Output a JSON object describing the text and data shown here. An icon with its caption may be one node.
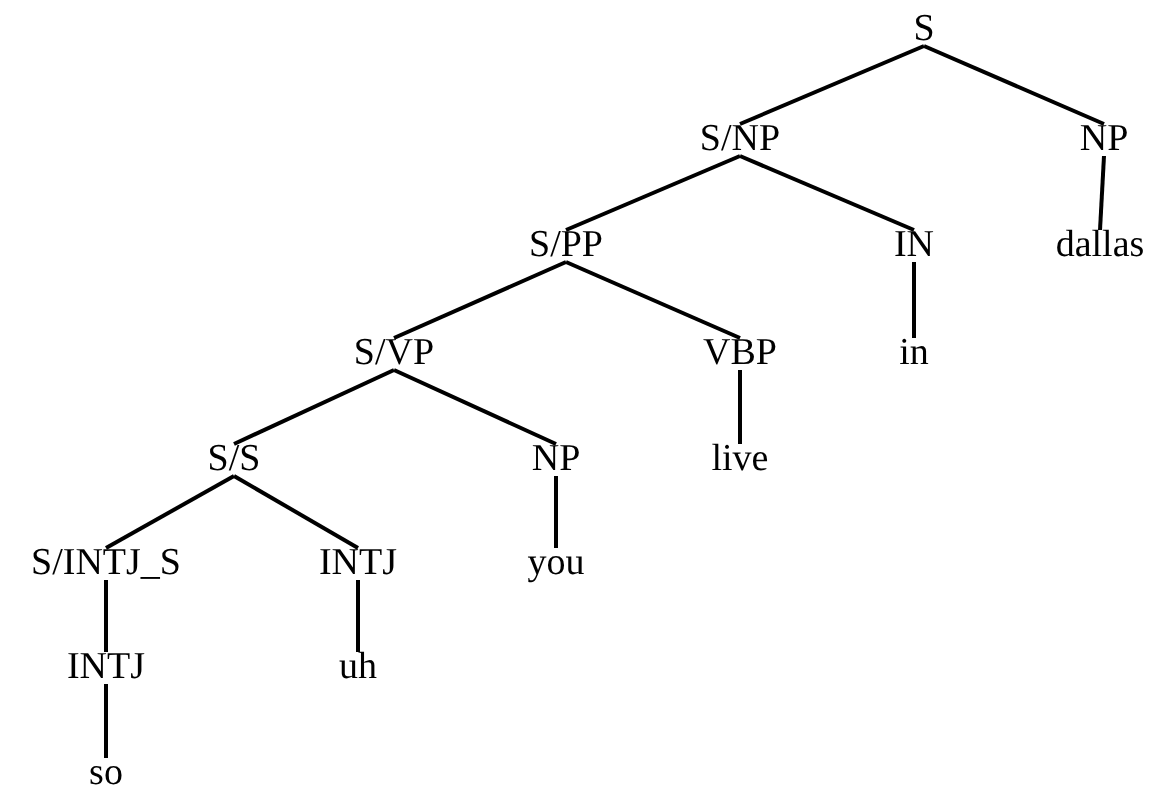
{
  "diagram": {
    "nodes": [
      {
        "text": [
          "S"
        ]
      },
      {
        "text": [
          "S/NP"
        ]
      },
      {
        "text": [
          "NP"
        ]
      },
      {
        "text": [
          "S/PP"
        ]
      },
      {
        "text": [
          "IN"
        ]
      },
      {
        "text": [
          "dallas"
        ]
      },
      {
        "text": [
          "S/VP"
        ]
      },
      {
        "text": [
          "VBP"
        ]
      },
      {
        "text": [
          "in"
        ]
      },
      {
        "text": [
          "S/S"
        ]
      },
      {
        "text": [
          "NP"
        ]
      },
      {
        "text": [
          "live"
        ]
      },
      {
        "text": [
          "S/INTJ_S"
        ]
      },
      {
        "text": [
          "INTJ"
        ]
      },
      {
        "text": [
          "you"
        ]
      },
      {
        "text": [
          "INTJ"
        ]
      },
      {
        "text": [
          "uh"
        ]
      },
      {
        "text": [
          "so"
        ]
      }
    ],
    "edges": [
      {
        "from": 0,
        "to": 1,
        "arrow": "none"
      },
      {
        "from": 0,
        "to": 2,
        "arrow": "none"
      },
      {
        "from": 1,
        "to": 3,
        "arrow": "none"
      },
      {
        "from": 1,
        "to": 4,
        "arrow": "none"
      },
      {
        "from": 2,
        "to": 5,
        "arrow": "none"
      },
      {
        "from": 3,
        "to": 6,
        "arrow": "none"
      },
      {
        "from": 3,
        "to": 7,
        "arrow": "none"
      },
      {
        "from": 4,
        "to": 8,
        "arrow": "none"
      },
      {
        "from": 6,
        "to": 9,
        "arrow": "none"
      },
      {
        "from": 6,
        "to": 10,
        "arrow": "none"
      },
      {
        "from": 7,
        "to": 11,
        "arrow": "none"
      },
      {
        "from": 9,
        "to": 12,
        "arrow": "none"
      },
      {
        "from": 9,
        "to": 13,
        "arrow": "none"
      },
      {
        "from": 10,
        "to": 14,
        "arrow": "none"
      },
      {
        "from": 12,
        "to": 15,
        "arrow": "none"
      },
      {
        "from": 13,
        "to": 16,
        "arrow": "none"
      },
      {
        "from": 15,
        "to": 17,
        "arrow": "none"
      }
    ]
  }
}
